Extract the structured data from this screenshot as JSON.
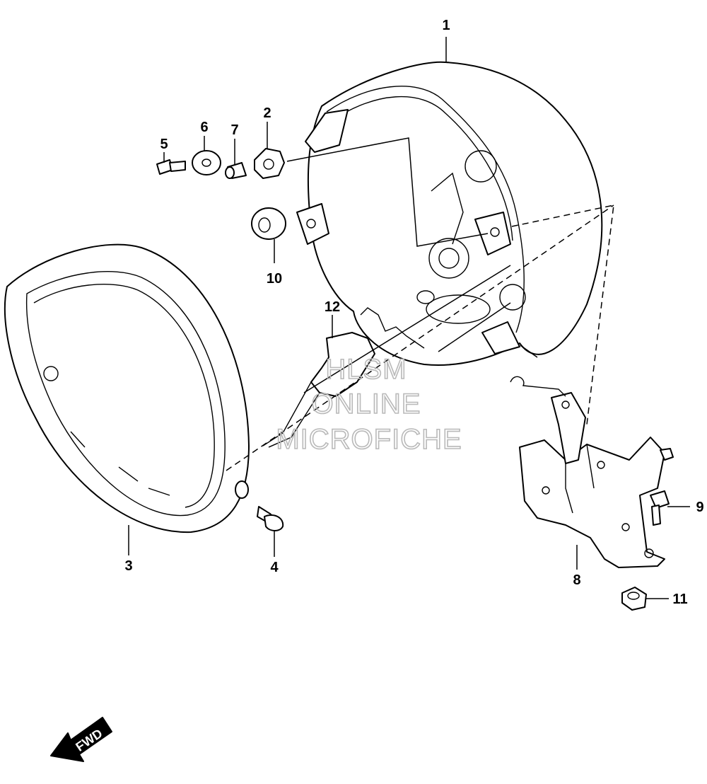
{
  "callouts": {
    "p1": "1",
    "p2": "2",
    "p3": "3",
    "p4": "4",
    "p5": "5",
    "p6": "6",
    "p7": "7",
    "p8": "8",
    "p9": "9",
    "p10": "10",
    "p11": "11",
    "p12": "12"
  },
  "watermark": {
    "line1": "HLSM",
    "line2": "ONLINE",
    "line3": "MICROFICHE"
  },
  "direction_badge": {
    "label": "FWD"
  },
  "colors": {
    "line": "#000000",
    "watermark": "#b9b9b9",
    "background": "#ffffff"
  }
}
